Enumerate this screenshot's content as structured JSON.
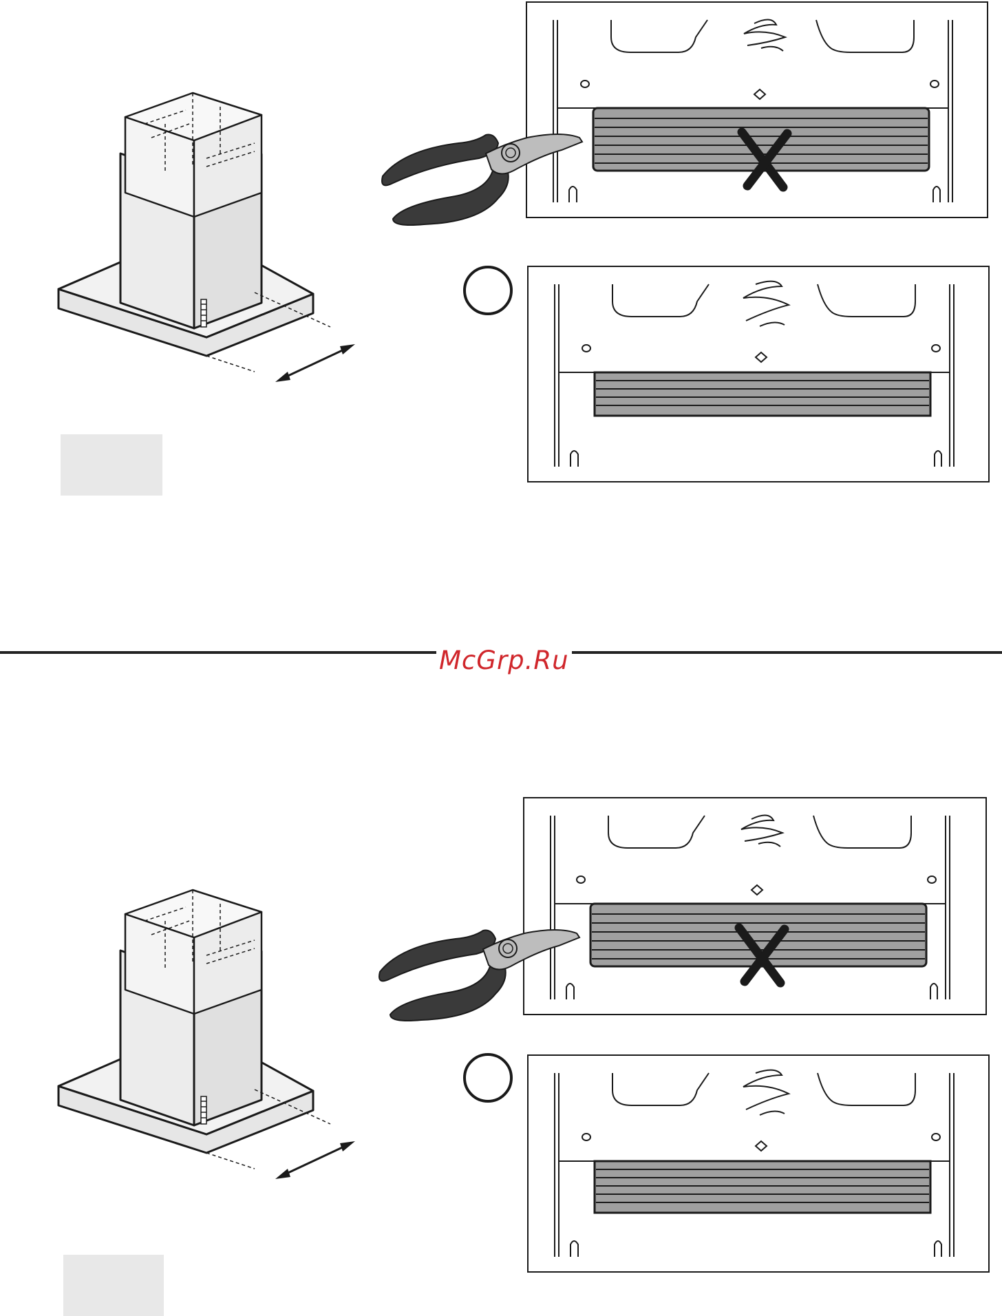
{
  "watermark": {
    "text": "McGrp.Ru"
  },
  "colors": {
    "line": "#1a1a1a",
    "filter_fill": "#a0a0a0",
    "hood_fill": "#f2f2f2",
    "hood_side": "#e2e2e2",
    "placeholder_box": "#e8e8e8",
    "pliers_handle": "#3a3a3a",
    "pliers_metal": "#bdbdbd",
    "watermark": "#d0262b"
  },
  "icons": {
    "pliers": "pliers-icon",
    "cross": "cross-icon",
    "check_circle": "empty-circle-icon",
    "logo_swirl": "swirl-logo-icon",
    "dimension_arrow": "double-arrow-icon"
  },
  "sections": [
    {
      "id": "top",
      "wrong_panel_marked": true,
      "correct_panel_marked": false
    },
    {
      "id": "bottom",
      "wrong_panel_marked": true,
      "correct_panel_marked": false
    }
  ]
}
